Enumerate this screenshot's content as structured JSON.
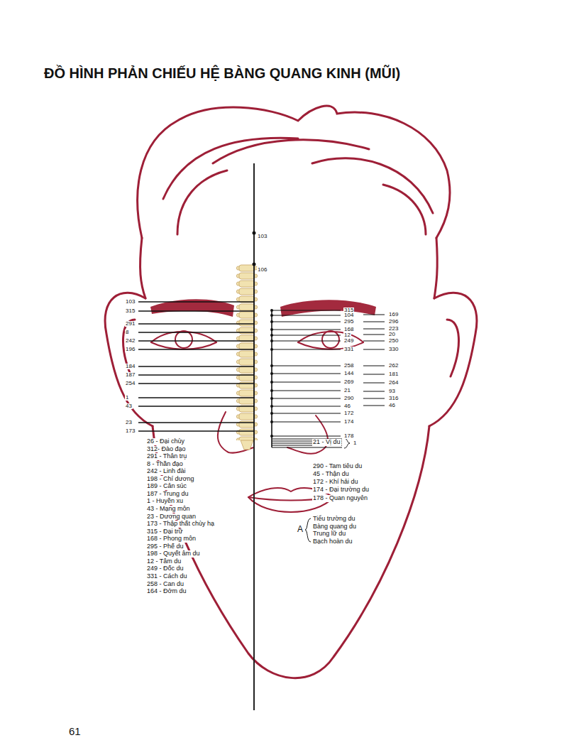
{
  "diagram": {
    "title": "ĐỒ HÌNH PHẢN CHIẾU HỆ BÀNG QUANG KINH (MŨI)",
    "labels": [
      "103",
      "106",
      "103",
      "315",
      "291",
      "8",
      "242",
      "196",
      "184",
      "187",
      "254",
      "1",
      "43",
      "23",
      "173",
      "315",
      "104",
      "295",
      "168",
      "12",
      "249",
      "331",
      "258",
      "144",
      "269",
      "21",
      "290",
      "46",
      "172",
      "174",
      "178",
      "169",
      "296",
      "223",
      "20",
      "250",
      "330",
      "262",
      "181",
      "264",
      "93",
      "316",
      "46",
      "1",
      "26 - Đại chùy",
      "312- Đào đạo",
      "291 - Thân trụ",
      "8 - Thần đạo",
      "242 - Linh đài",
      "198 - Chí dương",
      "189 - Cân súc",
      "187 - Trung du",
      "1 - Huyền xu",
      "43 - Mạng môn",
      "23 - Dương quan",
      "173 - Thập thất chùy hạ",
      "315 - Đại trữ",
      "168 - Phong môn",
      "295 - Phế du",
      "198 - Quyết âm du",
      "12 - Tâm du",
      "249 - Đốc du",
      "331 - Cách du",
      "258 - Can du",
      "164 - Đởm du",
      "21 - Vị du",
      "290 - Tam tiêu du",
      "45 - Thận du",
      "172 - Khí hải du",
      "174 - Đại trường du",
      "178 - Quan nguyên",
      "A",
      "Tiểu trường du",
      "Bàng quang du",
      "Trung lữ du",
      "Bạch hoàn du",
      "61"
    ]
  }
}
